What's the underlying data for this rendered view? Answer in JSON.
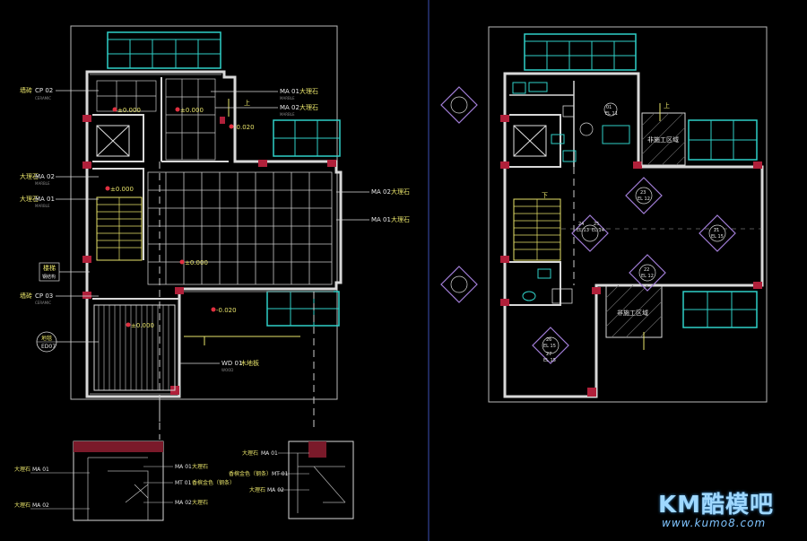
{
  "left_plan": {
    "labels": {
      "l1_title": "墙砖",
      "l1_code": "CP 02",
      "l1_sub": "CERAMIC",
      "l2_title": "大理石",
      "l2_code": "MA 02",
      "l2_sub": "MARBLE",
      "l3_title": "大理石",
      "l3_code": "MA 01",
      "l3_sub": "MARBLE",
      "l4_title": "楼梯",
      "l4_sub": "钢结构",
      "l5_title": "墙砖",
      "l5_code": "CP 03",
      "l5_sub": "CERAMIC",
      "l6_title": "地毯",
      "l6_sub": "ED07",
      "r1_code": "MA 01",
      "r1_title": "大理石",
      "r1_sub": "MARBLE",
      "r2_code": "MA 02",
      "r2_title": "大理石",
      "r2_sub": "MARBLE",
      "r3_code": "MA 02",
      "r3_title": "大理石",
      "r4_code": "MA 01",
      "r4_title": "大理石",
      "wood_code": "WD 01",
      "wood_title": "木地板",
      "wood_sub": "WOOD"
    },
    "levels": {
      "a": "±0.000",
      "b": "±0.000",
      "c": "-0.020",
      "d": "±0.000",
      "e": "±0.000",
      "f": "±0.000",
      "g": "-0.020"
    },
    "up_mark": "上"
  },
  "right_plan": {
    "zone1": "非施工区域",
    "zone2": "非施工区域",
    "up_mark": "上",
    "down_mark": "下",
    "tags": {
      "t1_top": "01",
      "t1_bot": "EL 11",
      "t2_top": "23",
      "t2_bot": "EL 12",
      "t3_top": "24",
      "t3_bot": "EL 13",
      "t4_top": "25",
      "t4_bot": "EL 14",
      "t5_top": "21",
      "t5_bot": "EL 15",
      "t6_top": "22",
      "t6_bot": "EL 12",
      "t7_top": "26",
      "t7_bot": "EL 15",
      "t8_top": "27",
      "t8_bot": "EL 15"
    }
  },
  "details": {
    "d1_left1_title": "大理石",
    "d1_left1_code": "MA 01",
    "d1_left2_title": "大理石",
    "d1_left2_code": "MA 02",
    "d1_r1_code": "MA 01",
    "d1_r1_title": "大理石",
    "d1_r2_code": "MT 01",
    "d1_r2_title": "香槟金色（钢条）",
    "d1_r3_code": "MA 02",
    "d1_r3_title": "大理石",
    "d2_l1_title": "大理石",
    "d2_l1_code": "MA 01",
    "d2_l2_title": "香槟金色（钢条）",
    "d2_l2_code": "MT 01",
    "d2_l3_title": "大理石",
    "d2_l3_code": "MA 02"
  },
  "watermark": {
    "brand": "KM酷模吧",
    "url": "www.kumo8.com"
  }
}
